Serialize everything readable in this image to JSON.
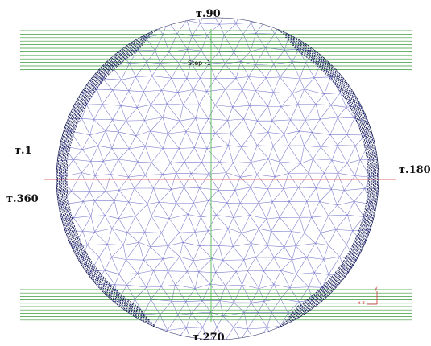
{
  "labels": {
    "top": "т.90",
    "left_upper": "т.1",
    "left_lower": "т.360",
    "right": "т.180",
    "bottom": "т.270"
  },
  "step_label": "Step -1",
  "axis_triad": {
    "y": "y",
    "xz": "x  z"
  },
  "colors": {
    "mesh": "#7777cc",
    "boundary": "#151b55",
    "band_lines": "#3a9a3a",
    "vertical_axis": "#55bb55",
    "horizontal_axis": "#e06a6a"
  }
}
